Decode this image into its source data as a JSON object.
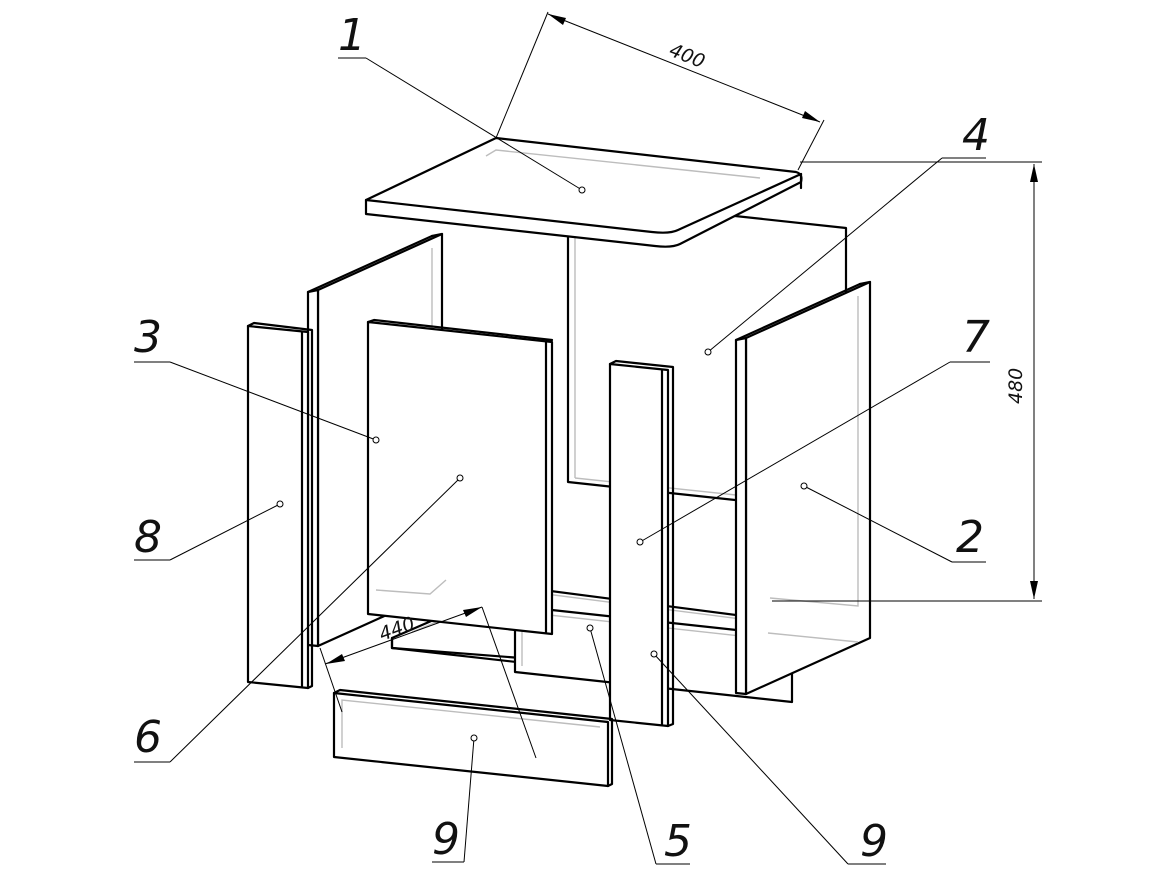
{
  "callouts": {
    "c1": "1",
    "c2": "2",
    "c3": "3",
    "c4": "4",
    "c5": "5",
    "c6": "6",
    "c7": "7",
    "c8": "8",
    "c9_left": "9",
    "c9_right": "9"
  },
  "dimensions": {
    "width": "400",
    "height": "480",
    "depth": "440"
  }
}
